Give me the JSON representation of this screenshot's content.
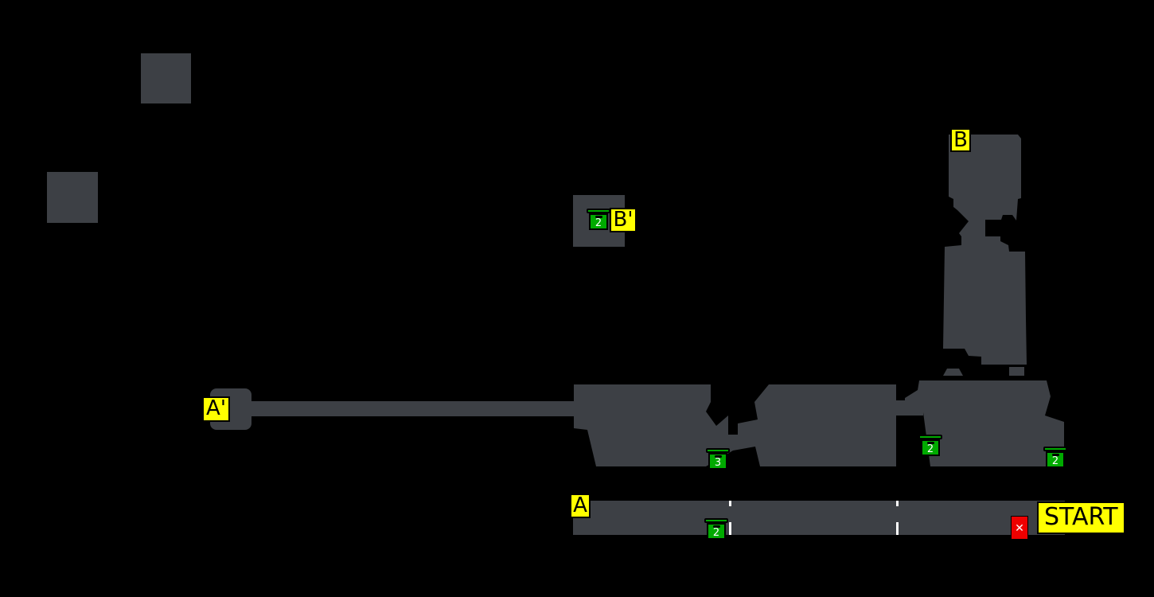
{
  "colors": {
    "floor": "#3d4045",
    "background": "#000000",
    "label": "#ffff00",
    "chest": "#00aa00",
    "trap": "#ee0000"
  },
  "labels": {
    "start": "START",
    "a": "A",
    "a_prime": "A'",
    "b": "B",
    "b_prime": "B'"
  },
  "chests": [
    {
      "id": "chest-b-prime",
      "count": "2"
    },
    {
      "id": "chest-room-1",
      "count": "3"
    },
    {
      "id": "chest-room-3-left",
      "count": "2"
    },
    {
      "id": "chest-room-3-right",
      "count": "2"
    },
    {
      "id": "chest-corridor",
      "count": "2"
    }
  ],
  "trap": {
    "icon": "x-mark-icon",
    "glyph": "✕"
  }
}
